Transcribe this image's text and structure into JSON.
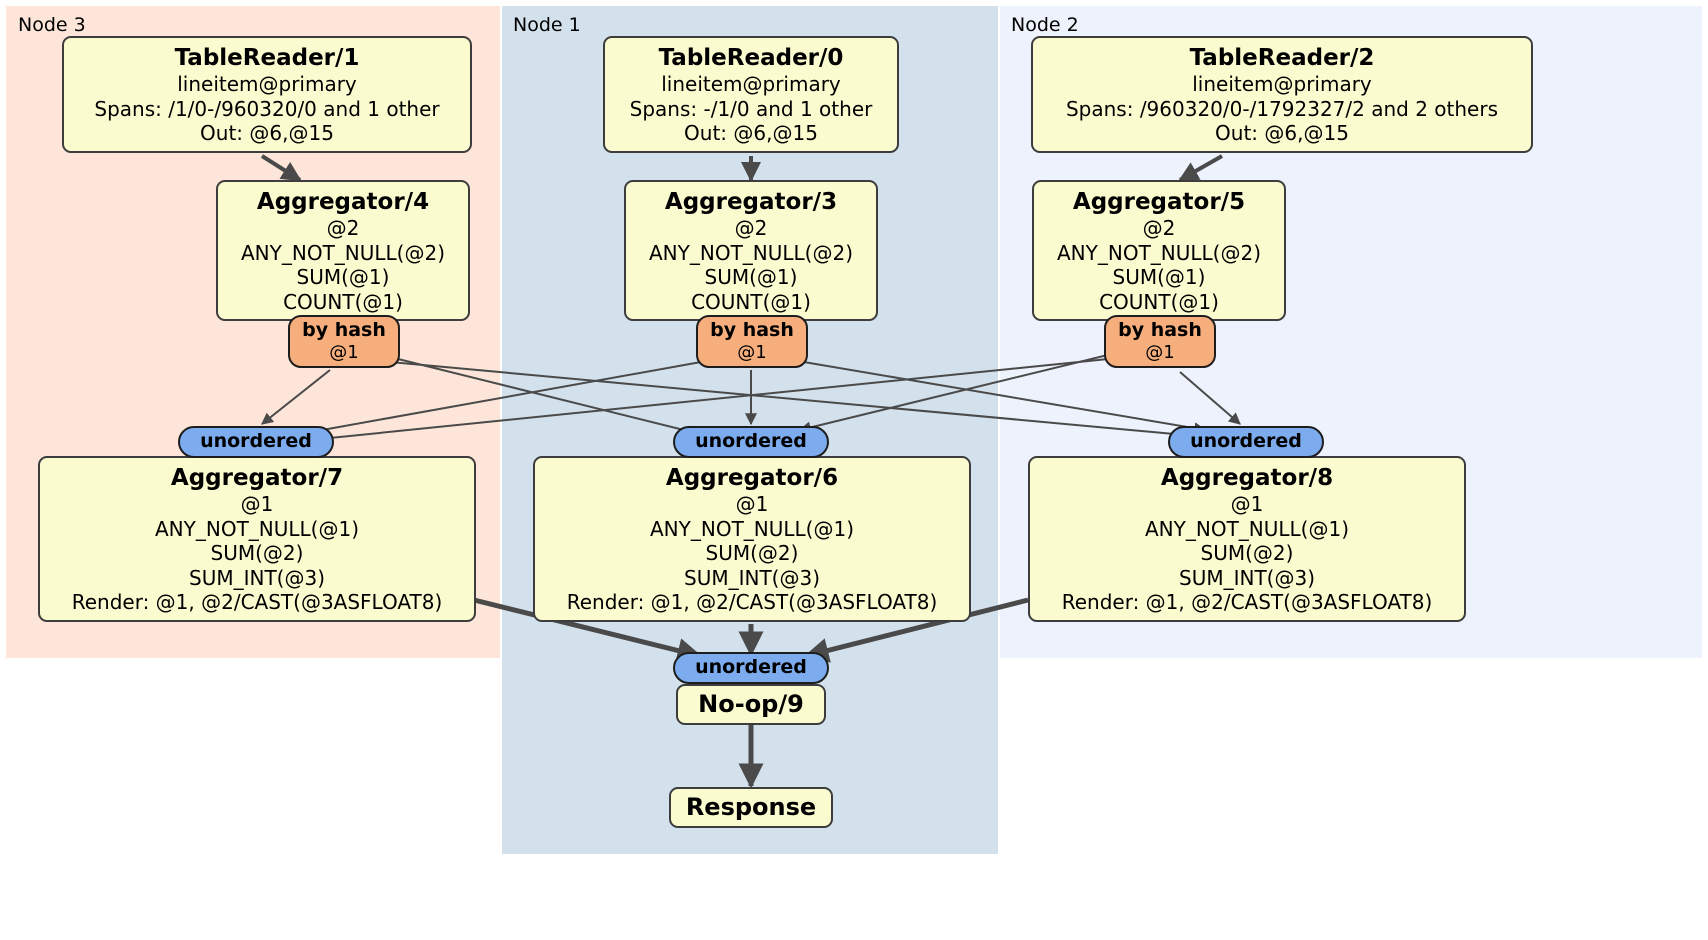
{
  "diagram": {
    "type": "distributed-query-plan",
    "colors": {
      "node3_bg": "#fde6d9",
      "node1_bg": "#d3e1ec",
      "node2_bg": "#edf2fc",
      "processor_fill": "#fbfbd0",
      "hash_router_fill": "#f6ae7c",
      "unordered_router_fill": "#7cabee",
      "border": "#3d3d3d",
      "edge": "#4a4a4a"
    }
  },
  "regions": [
    {
      "id": "node3",
      "label": "Node 3"
    },
    {
      "id": "node1",
      "label": "Node 1"
    },
    {
      "id": "node2",
      "label": "Node 2"
    }
  ],
  "processors": {
    "tablereader1": {
      "title": "TableReader/1",
      "lines": [
        "lineitem@primary",
        "Spans: /1/0-/960320/0 and 1 other",
        "Out: @6,@15"
      ]
    },
    "tablereader0": {
      "title": "TableReader/0",
      "lines": [
        "lineitem@primary",
        "Spans: -/1/0 and 1 other",
        "Out: @6,@15"
      ]
    },
    "tablereader2": {
      "title": "TableReader/2",
      "lines": [
        "lineitem@primary",
        "Spans: /960320/0-/1792327/2 and 2 others",
        "Out: @6,@15"
      ]
    },
    "aggregator4": {
      "title": "Aggregator/4",
      "lines": [
        "@2",
        "ANY_NOT_NULL(@2)",
        "SUM(@1)",
        "COUNT(@1)"
      ]
    },
    "aggregator3": {
      "title": "Aggregator/3",
      "lines": [
        "@2",
        "ANY_NOT_NULL(@2)",
        "SUM(@1)",
        "COUNT(@1)"
      ]
    },
    "aggregator5": {
      "title": "Aggregator/5",
      "lines": [
        "@2",
        "ANY_NOT_NULL(@2)",
        "SUM(@1)",
        "COUNT(@1)"
      ]
    },
    "aggregator7": {
      "title": "Aggregator/7",
      "lines": [
        "@1",
        "ANY_NOT_NULL(@1)",
        "SUM(@2)",
        "SUM_INT(@3)",
        "Render: @1, @2/CAST(@3ASFLOAT8)"
      ]
    },
    "aggregator6": {
      "title": "Aggregator/6",
      "lines": [
        "@1",
        "ANY_NOT_NULL(@1)",
        "SUM(@2)",
        "SUM_INT(@3)",
        "Render: @1, @2/CAST(@3ASFLOAT8)"
      ]
    },
    "aggregator8": {
      "title": "Aggregator/8",
      "lines": [
        "@1",
        "ANY_NOT_NULL(@1)",
        "SUM(@2)",
        "SUM_INT(@3)",
        "Render: @1, @2/CAST(@3ASFLOAT8)"
      ]
    },
    "noop9": {
      "title": "No-op/9",
      "lines": []
    },
    "response": {
      "title": "Response",
      "lines": []
    }
  },
  "routers": {
    "hash_left": {
      "title": "by hash",
      "sub": "@1"
    },
    "hash_mid": {
      "title": "by hash",
      "sub": "@1"
    },
    "hash_right": {
      "title": "by hash",
      "sub": "@1"
    },
    "unordered_left": {
      "title": "unordered"
    },
    "unordered_mid": {
      "title": "unordered"
    },
    "unordered_right": {
      "title": "unordered"
    },
    "unordered_final": {
      "title": "unordered"
    }
  }
}
